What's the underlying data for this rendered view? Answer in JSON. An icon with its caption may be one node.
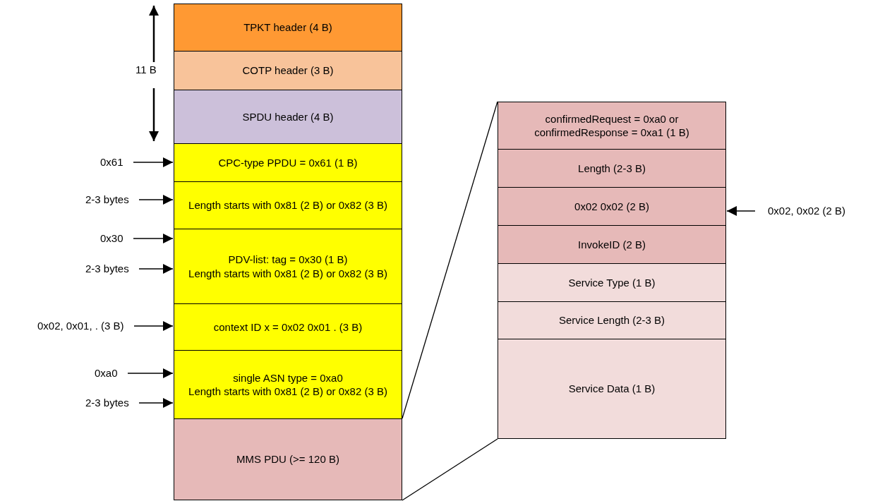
{
  "diagram": {
    "nodes": [
      {
        "text": [
          "TPKT header (4 B)"
        ]
      },
      {
        "text": [
          "COTP header (3 B)"
        ]
      },
      {
        "text": [
          "SPDU header (4 B)"
        ]
      },
      {
        "text": [
          "CPC-type PPDU = 0x61 (1 B)"
        ]
      },
      {
        "text": [
          "Length starts with 0x81 (2 B) or 0x82 (3 B)"
        ]
      },
      {
        "text": [
          "PDV-list: tag = 0x30 (1 B)",
          "Length starts with 0x81 (2 B) or 0x82 (3 B)"
        ]
      },
      {
        "text": [
          "context ID x = 0x02 0x01 . (3 B)"
        ]
      },
      {
        "text": [
          "single ASN type = 0xa0",
          "Length starts with 0x81 (2 B) or 0x82 (3 B)"
        ]
      },
      {
        "text": [
          "MMS PDU (>= 120 B)"
        ]
      },
      {
        "text": [
          "confirmedRequest = 0xa0 or confirmedResponse = 0xa1 (1 B)"
        ]
      },
      {
        "text": [
          "Length (2-3 B)"
        ]
      },
      {
        "text": [
          "0x02 0x02 (2 B)"
        ]
      },
      {
        "text": [
          "InvokeID (2 B)"
        ]
      },
      {
        "text": [
          "Service Type (1 B)"
        ]
      },
      {
        "text": [
          "Service Length (2-3 B)"
        ]
      },
      {
        "text": [
          "Service Data (1 B)"
        ]
      },
      {
        "text": [
          "0x61"
        ]
      },
      {
        "text": [
          "2-3 bytes"
        ]
      },
      {
        "text": [
          "0x30"
        ]
      },
      {
        "text": [
          "2-3 bytes"
        ]
      },
      {
        "text": [
          "0x02, 0x01, . (3 B)"
        ]
      },
      {
        "text": [
          "0xa0"
        ]
      },
      {
        "text": [
          "2-3 bytes"
        ]
      },
      {
        "text": [
          "0x02, 0x02 (2 B)"
        ]
      }
    ],
    "edges": [
      {
        "from": 16,
        "to": 3,
        "arrow": "to"
      },
      {
        "from": 17,
        "to": 4,
        "arrow": "to"
      },
      {
        "from": 18,
        "to": 5,
        "arrow": "to"
      },
      {
        "from": 19,
        "to": 5,
        "arrow": "to"
      },
      {
        "from": 20,
        "to": 6,
        "arrow": "to"
      },
      {
        "from": 21,
        "to": 7,
        "arrow": "to"
      },
      {
        "from": 22,
        "to": 7,
        "arrow": "to"
      },
      {
        "from": 23,
        "to": 11,
        "arrow": "to"
      },
      {
        "from": 8,
        "to": 9,
        "arrow": "none"
      },
      {
        "from": 8,
        "to": 15,
        "arrow": "none"
      }
    ],
    "labels": [
      "11 B"
    ]
  }
}
